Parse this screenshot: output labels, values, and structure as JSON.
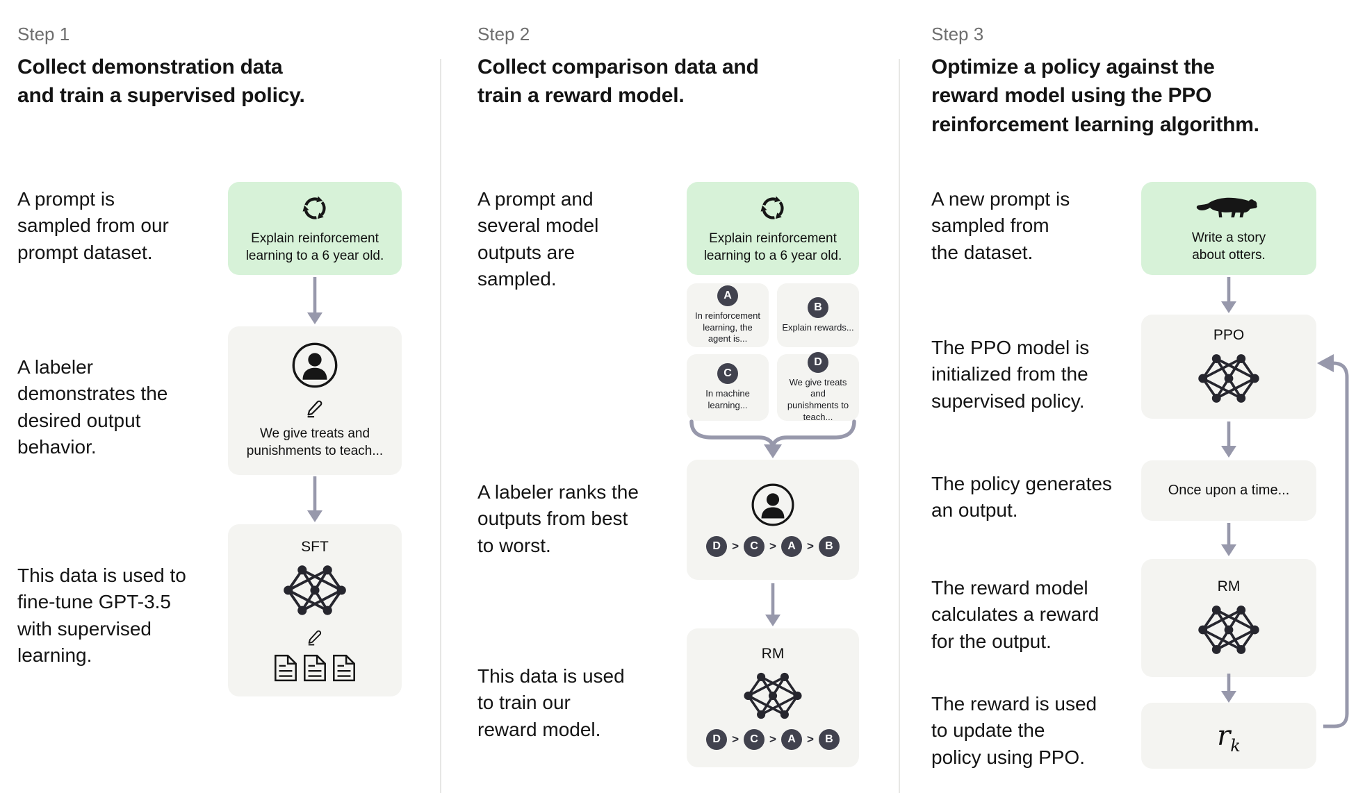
{
  "colors": {
    "green_box": "#d7f2d8",
    "gray_box": "#f4f4f1",
    "badge": "#41424e",
    "arrow": "#9798ab",
    "divider": "#e7e7e5",
    "muted": "#6e6e6e",
    "ink": "#141414"
  },
  "steps": [
    {
      "label": "Step 1",
      "title": "Collect demonstration data\nand train a supervised policy.",
      "texts": {
        "prompt": "A prompt is\nsampled from our\nprompt dataset.",
        "labeler": "A labeler\ndemonstrates the\ndesired output\nbehavior.",
        "finetune": "This data is used to\nfine-tune GPT-3.5\nwith supervised\nlearning."
      },
      "boxes": {
        "prompt_text": "Explain reinforcement\nlearning to a 6 year old.",
        "labeler_output": "We give treats and\npunishments to teach...",
        "model_name": "SFT"
      }
    },
    {
      "label": "Step 2",
      "title": "Collect comparison data and\ntrain a reward model.",
      "texts": {
        "sampled": "A prompt and\nseveral model\noutputs are\nsampled.",
        "ranks": "A labeler ranks the\noutputs from best\nto worst.",
        "train": "This data is used\nto train our\nreward model."
      },
      "boxes": {
        "prompt_text": "Explain reinforcement\nlearning to a 6 year old.",
        "outputs": [
          {
            "id": "A",
            "text": "In reinforcement\nlearning, the\nagent is..."
          },
          {
            "id": "B",
            "text": "Explain rewards..."
          },
          {
            "id": "C",
            "text": "In machine\nlearning..."
          },
          {
            "id": "D",
            "text": "We give treats and\npunishments to\nteach..."
          }
        ],
        "ranking": [
          "D",
          "C",
          "A",
          "B"
        ],
        "ranking_separator": ">",
        "model_name": "RM"
      }
    },
    {
      "label": "Step 3",
      "title": "Optimize a policy against the\nreward model using the PPO\nreinforcement learning algorithm.",
      "texts": {
        "new_prompt": "A new prompt is\nsampled from\nthe dataset.",
        "init": "The PPO model is\ninitialized from the\nsupervised policy.",
        "generates": "The policy generates\nan output.",
        "calculates": "The reward model\ncalculates a reward\nfor the output.",
        "update": "The reward is used\nto update the\npolicy using PPO."
      },
      "boxes": {
        "prompt_text": "Write a story\nabout otters.",
        "ppo_name": "PPO",
        "output_text": "Once upon a time...",
        "rm_name": "RM",
        "reward_main": "r",
        "reward_sub": "k"
      }
    }
  ]
}
